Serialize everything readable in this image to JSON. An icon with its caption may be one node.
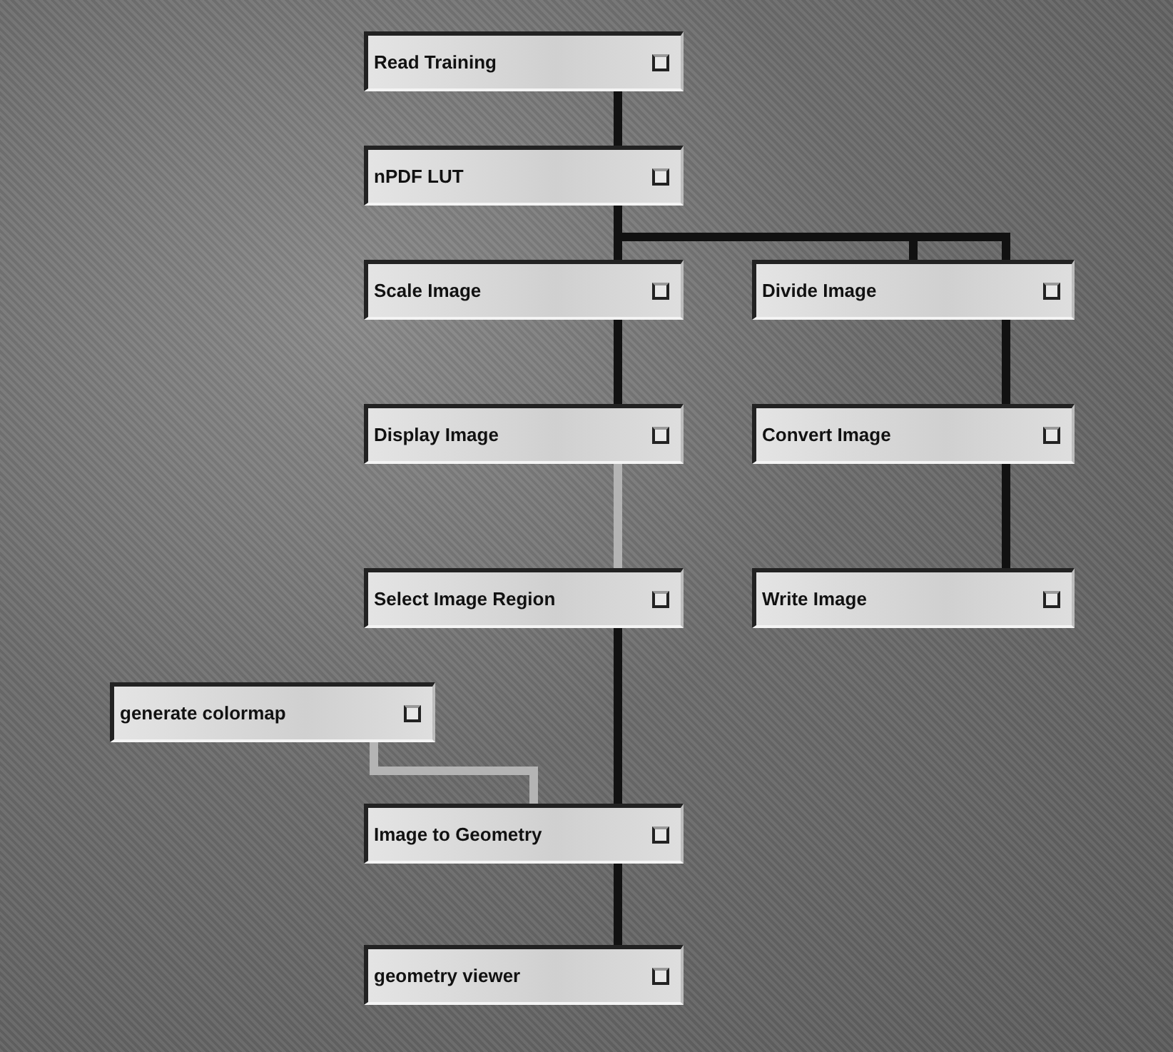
{
  "diagram": {
    "nodes": [
      {
        "text": [
          "Read Training"
        ]
      },
      {
        "text": [
          "nPDF LUT"
        ]
      },
      {
        "text": [
          "Scale Image"
        ]
      },
      {
        "text": [
          "Divide Image"
        ]
      },
      {
        "text": [
          "Display Image"
        ]
      },
      {
        "text": [
          "Convert Image"
        ]
      },
      {
        "text": [
          "Select Image Region"
        ]
      },
      {
        "text": [
          "Write Image"
        ]
      },
      {
        "text": [
          "generate colormap"
        ]
      },
      {
        "text": [
          "Image to Geometry"
        ]
      },
      {
        "text": [
          "geometry viewer"
        ]
      }
    ],
    "edges": [
      {
        "from": 0,
        "to": 1,
        "arrow": "none"
      },
      {
        "from": 1,
        "to": 2,
        "arrow": "none"
      },
      {
        "from": 1,
        "to": 3,
        "arrow": "none"
      },
      {
        "from": 1,
        "to": 3,
        "arrow": "none"
      },
      {
        "from": 2,
        "to": 4,
        "arrow": "none"
      },
      {
        "from": 3,
        "to": 5,
        "arrow": "none"
      },
      {
        "from": 4,
        "to": 6,
        "arrow": "none",
        "color": "#b4b4b4"
      },
      {
        "from": 5,
        "to": 7,
        "arrow": "none"
      },
      {
        "from": 6,
        "to": 9,
        "arrow": "none"
      },
      {
        "from": 8,
        "to": 9,
        "arrow": "none",
        "color": "#b4b4b4"
      },
      {
        "from": 9,
        "to": 10,
        "arrow": "none"
      }
    ]
  }
}
